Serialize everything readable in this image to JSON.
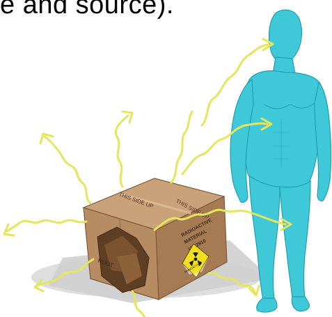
{
  "caption": {
    "text": "e and source)."
  },
  "box_labels": {
    "top_flap": "THIS SIDE UP",
    "side_flap": "THIS SIDE UP",
    "rad_line1": "RADIOACTIVE",
    "rad_line2": "MATERIAL",
    "rad_line3": "UN 2910",
    "left_side": "ROOT",
    "hazard_label": "RADIOACTIVE"
  },
  "colors": {
    "background": "#ffffff",
    "human_figure": "#3fc8d8",
    "human_figure_shade": "#1f9fb4",
    "radiation_wave": "#e6e65a",
    "box_cardboard": "#b89066",
    "box_cardboard_dark": "#8a6543",
    "hazard_yellow": "#f2df1d",
    "shadow": "#cfcfcf"
  },
  "icons": {
    "wave": "radiation-wave-arrow",
    "trefoil": "radiation-trefoil-icon",
    "figure": "human-figure"
  }
}
